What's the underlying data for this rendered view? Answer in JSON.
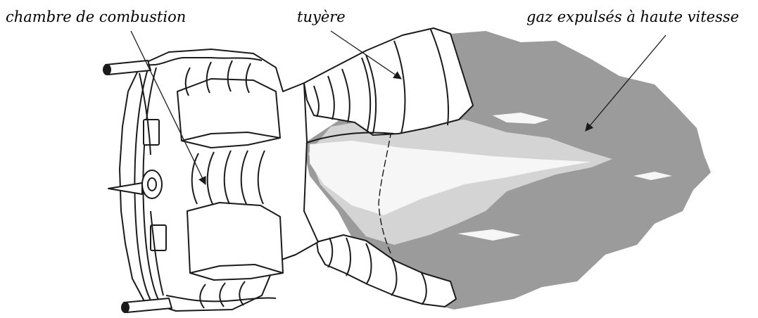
{
  "labels": {
    "combustion_chamber": "chambre de combustion",
    "nozzle": "tuyère",
    "exhaust_gas": "gaz expulsés à haute vitesse"
  },
  "colors": {
    "outline": "#1a1a1a",
    "plume_dark": "#9b9b9b",
    "plume_light": "#d4d4d4",
    "plume_core": "#f6f6f6",
    "background": "#ffffff"
  }
}
